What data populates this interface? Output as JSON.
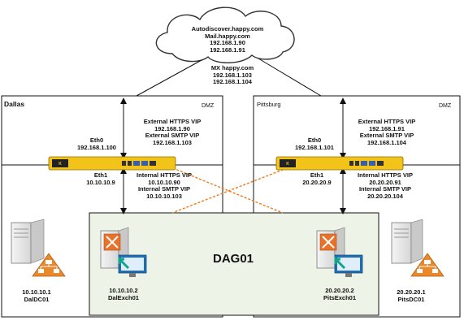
{
  "cloud": {
    "lines": [
      "Autodiscover.happy.com",
      "Mail.happy.com",
      "192.168.1.90",
      "192.168.1.91"
    ]
  },
  "mx": {
    "lines": [
      "MX happy.com",
      "192.168.1.103",
      "192.168.1.104"
    ]
  },
  "sites": {
    "dallas": {
      "name": "Dallas",
      "zone": "DMZ",
      "eth0": [
        "Eth0",
        "192.168.1.100"
      ],
      "eth1": [
        "Eth1",
        "10.10.10.9"
      ],
      "external": [
        "External HTTPS VIP",
        "192.168.1.90",
        "External SMTP VIP",
        "192.168.1.103"
      ],
      "internal": [
        "Internal HTTPS VIP",
        "10.10.10.90",
        "Internal SMTP VIP",
        "10.10.10.103"
      ],
      "dc": [
        "10.10.10.1",
        "DalDC01"
      ],
      "exch": [
        "10.10.10.2",
        "DalExch01"
      ]
    },
    "pittsburg": {
      "name": "Pittsburg",
      "zone": "DMZ",
      "eth0": [
        "Eth0",
        "192.168.1.101"
      ],
      "eth1": [
        "Eth1",
        "20.20.20.9"
      ],
      "external": [
        "External HTTPS VIP",
        "192.168.1.91",
        "External SMTP VIP",
        "192.168.1.104"
      ],
      "internal": [
        "Internal HTTPS VIP",
        "20.20.20.91",
        "Internal SMTP VIP",
        "20.20.20.104"
      ],
      "dc": [
        "20.20.20.1",
        "PitsDC01"
      ],
      "exch": [
        "20.20.20.2",
        "PitsExch01"
      ]
    }
  },
  "dag": {
    "name": "DAG01"
  },
  "colors": {
    "kemp": "#f2c318",
    "dag_fill": "#eef3e7",
    "dashed": "#f07a1a",
    "exchange": "#e8722a",
    "dc_icon": "#e8892b",
    "monitor": "#1f6fb5",
    "arrow": "#12a38a"
  }
}
